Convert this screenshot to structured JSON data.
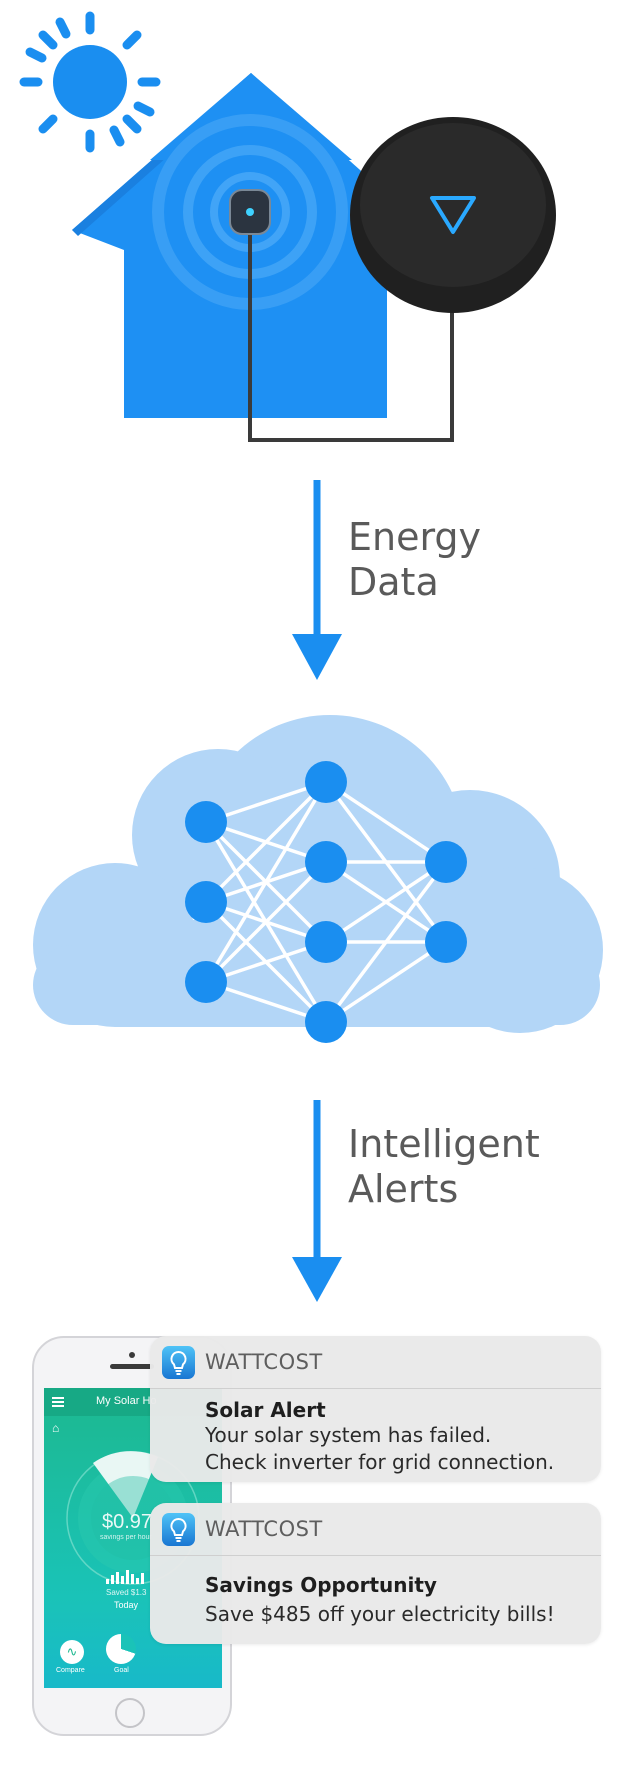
{
  "flow": {
    "step1_label_line1": "Energy",
    "step1_label_line2": "Data",
    "step2_label_line1": "Intelligent",
    "step2_label_line2": "Alerts"
  },
  "phone_app": {
    "header_title": "My Solar Ho",
    "savings_value": "$0.97",
    "savings_caption": "savings per hour",
    "saved_text": "Saved $1.3",
    "today_label": "Today",
    "nav_compare": "Compare",
    "nav_goal": "Goal"
  },
  "notifications": [
    {
      "app": "WATTCOST",
      "title": "Solar Alert",
      "line1": "Your solar system has failed.",
      "line2": "Check inverter for grid connection."
    },
    {
      "app": "WATTCOST",
      "title": "Savings Opportunity",
      "line1": "Save $485 off your electricity bills!"
    }
  ],
  "icons": [
    "sun-icon",
    "house-icon",
    "energy-sensor-icon",
    "hub-device-icon",
    "cloud-icon",
    "neural-network-icon",
    "arrow-down-icon",
    "smartphone-icon",
    "lightbulb-icon"
  ],
  "colors": {
    "primary_blue": "#1a8ef0",
    "house_blue": "#1e90f3",
    "cloud_fill": "#b3d6f7",
    "node_blue": "#1a8ef0",
    "label_gray": "#5a5a5a",
    "phone_green": "#1fbf9a"
  }
}
